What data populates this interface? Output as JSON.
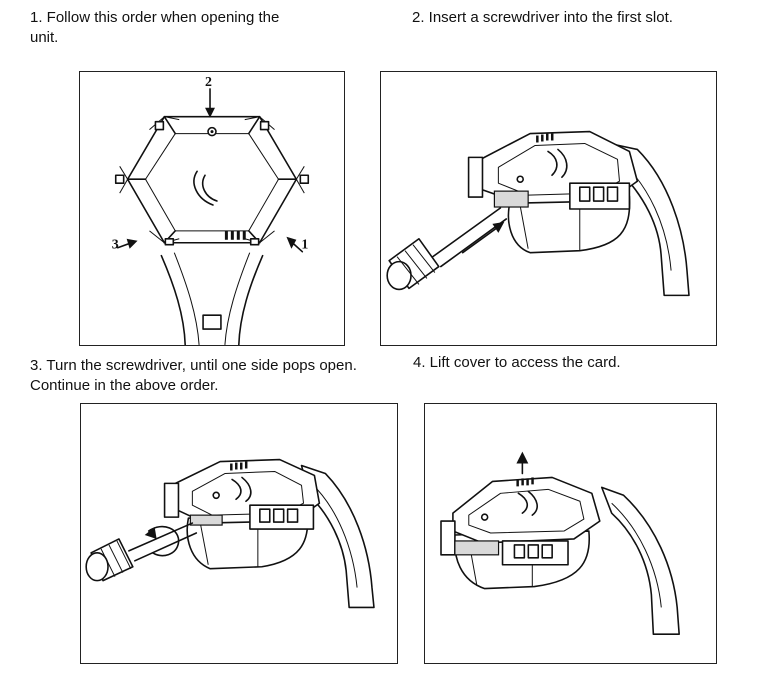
{
  "steps": [
    {
      "caption": "1. Follow this order when opening the\nunit.",
      "callouts": {
        "top": "2",
        "right": "1",
        "left": "3"
      }
    },
    {
      "caption": "2. Insert a screwdriver into the first slot."
    },
    {
      "caption": "3. Turn the screwdriver, until one side pops open.\nContinue in the above order."
    },
    {
      "caption": "4. Lift cover to access the card."
    }
  ]
}
